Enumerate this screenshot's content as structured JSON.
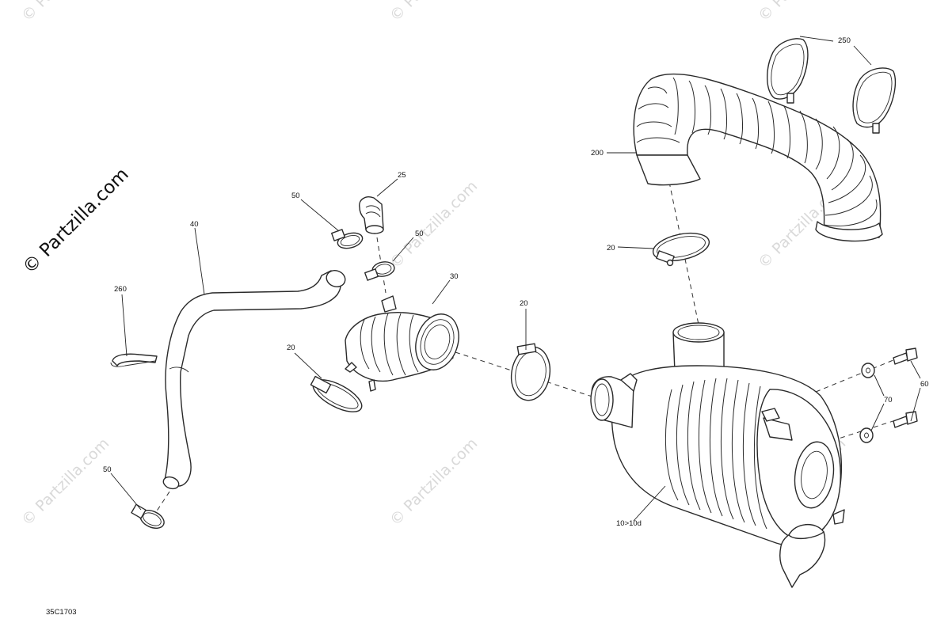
{
  "diagram": {
    "drawing_code": "35C1703",
    "watermark_main": "© Partzilla.com",
    "watermark_repeat": "© Partzilla.com",
    "callouts": {
      "c250": "250",
      "c200": "200",
      "c25": "25",
      "c50_top": "50",
      "c50_mid": "50",
      "c40": "40",
      "c30": "30",
      "c20_top": "20",
      "c20_mid": "20",
      "c20_left": "20",
      "c260": "260",
      "c50_low": "50",
      "c70": "70",
      "c60": "60",
      "c10": "10>10d"
    }
  }
}
